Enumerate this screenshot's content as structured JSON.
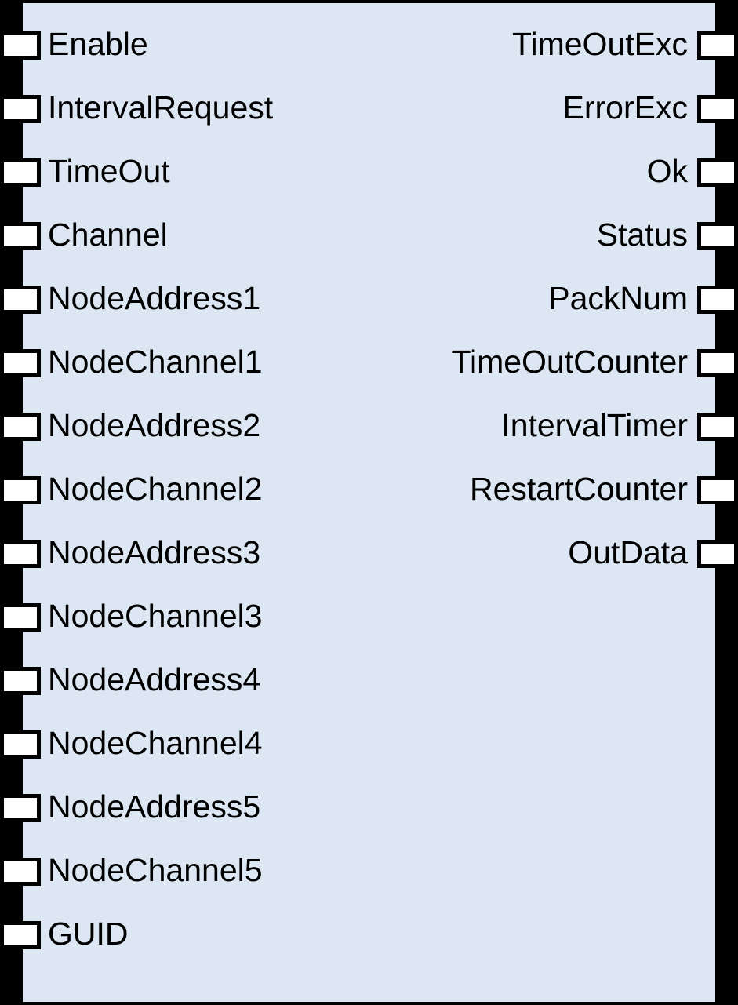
{
  "block": {
    "kind": "function-block",
    "colors": {
      "body_fill": "#dce7f3",
      "outline": "#000000",
      "pin_fill": "#ffffff"
    },
    "inputs": [
      {
        "name": "Enable"
      },
      {
        "name": "IntervalRequest"
      },
      {
        "name": "TimeOut"
      },
      {
        "name": "Channel"
      },
      {
        "name": "NodeAddress1"
      },
      {
        "name": "NodeChannel1"
      },
      {
        "name": "NodeAddress2"
      },
      {
        "name": "NodeChannel2"
      },
      {
        "name": "NodeAddress3"
      },
      {
        "name": "NodeChannel3"
      },
      {
        "name": "NodeAddress4"
      },
      {
        "name": "NodeChannel4"
      },
      {
        "name": "NodeAddress5"
      },
      {
        "name": "NodeChannel5"
      },
      {
        "name": "GUID"
      }
    ],
    "outputs": [
      {
        "name": "TimeOutExc"
      },
      {
        "name": "ErrorExc"
      },
      {
        "name": "Ok"
      },
      {
        "name": "Status"
      },
      {
        "name": "PackNum"
      },
      {
        "name": "TimeOutCounter"
      },
      {
        "name": "IntervalTimer"
      },
      {
        "name": "RestartCounter"
      },
      {
        "name": "OutData"
      }
    ]
  }
}
